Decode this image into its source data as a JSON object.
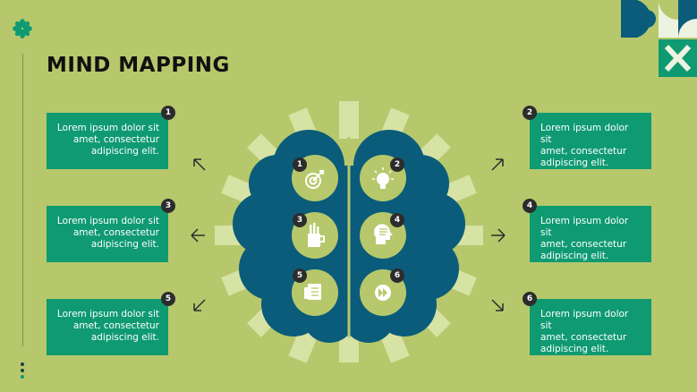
{
  "title": "MIND MAPPING",
  "colors": {
    "background": "#b6c86b",
    "box": "#0f9a72",
    "brain": "#0a5c7a",
    "circle": "#b6c86b",
    "badge": "#2c2c2c",
    "rays": "#d7e2a5"
  },
  "boxes": [
    {
      "number": "1",
      "text": "Lorem ipsum dolor sit\namet, consectetur\nadipiscing elit."
    },
    {
      "number": "2",
      "text": "Lorem ipsum dolor sit\namet, consectetur\nadipiscing elit."
    },
    {
      "number": "3",
      "text": "Lorem ipsum dolor sit\namet, consectetur\nadipiscing elit."
    },
    {
      "number": "4",
      "text": "Lorem ipsum dolor sit\namet, consectetur\nadipiscing elit."
    },
    {
      "number": "5",
      "text": "Lorem ipsum dolor sit\namet, consectetur\nadipiscing elit."
    },
    {
      "number": "6",
      "text": "Lorem ipsum dolor sit\namet, consectetur\nadipiscing elit."
    }
  ],
  "nodes": [
    {
      "number": "1",
      "icon": "target-icon"
    },
    {
      "number": "2",
      "icon": "lightbulb-icon"
    },
    {
      "number": "3",
      "icon": "pencil-cup-icon"
    },
    {
      "number": "4",
      "icon": "head-idea-icon"
    },
    {
      "number": "5",
      "icon": "document-icon"
    },
    {
      "number": "6",
      "icon": "fast-forward-icon"
    }
  ],
  "decor": {
    "top_left": "flower-icon",
    "top_right": "geometric-pattern",
    "bottom_left": "vertical-dots-icon"
  }
}
